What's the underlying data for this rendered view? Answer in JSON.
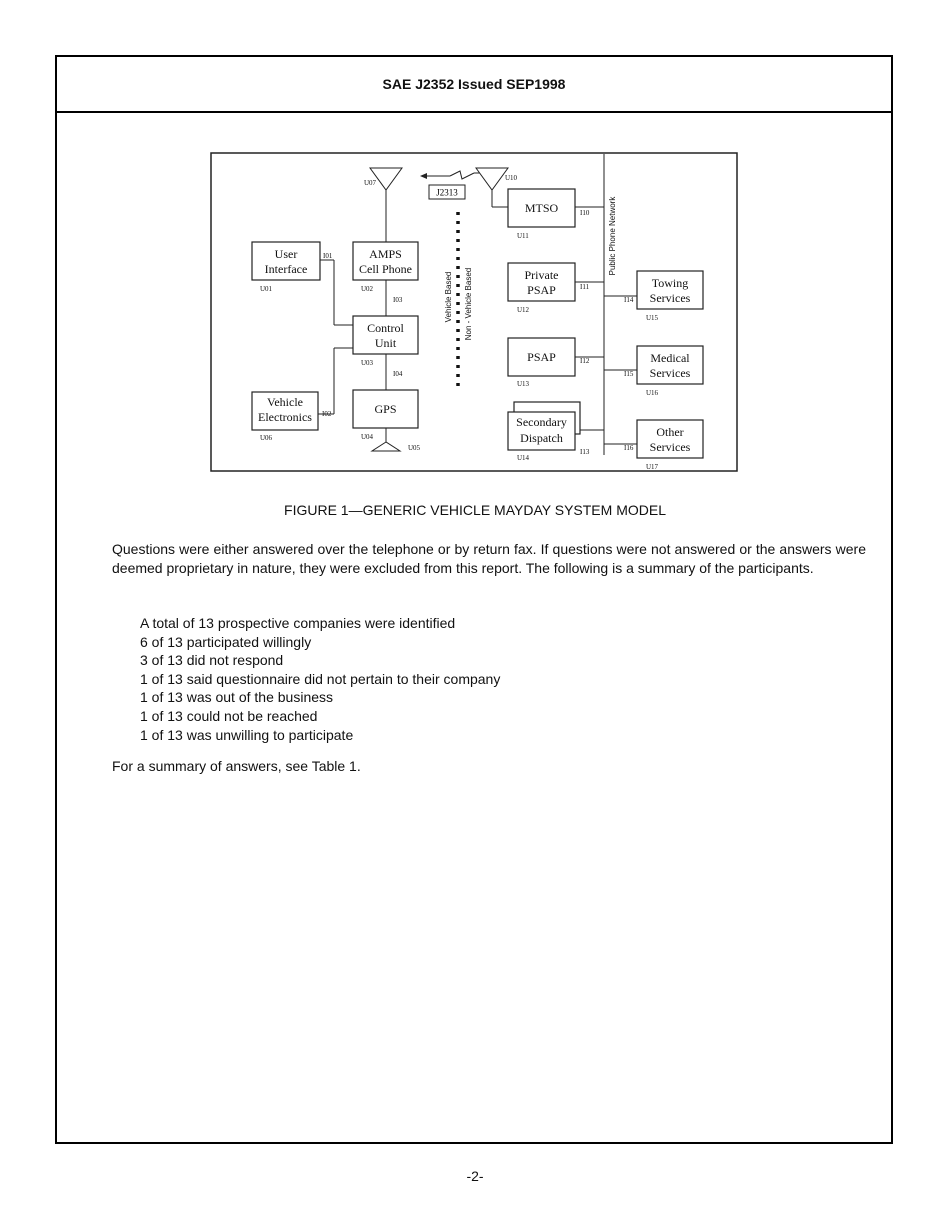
{
  "header": {
    "title": "SAE J2352 Issued SEP1998"
  },
  "figure": {
    "caption": "FIGURE 1—GENERIC VEHICLE MAYDAY SYSTEM MODEL",
    "link_label": "J2313",
    "vehicle_based_label": "Vehicle Based",
    "non_vehicle_based_label": "Non - Vehicle Based",
    "network_label": "Public Phone Network",
    "boxes": {
      "user_interface": {
        "line1": "User",
        "line2": "Interface",
        "code": "U01"
      },
      "amps_cell_phone": {
        "line1": "AMPS",
        "line2": "Cell Phone",
        "code": "U02"
      },
      "control_unit": {
        "line1": "Control",
        "line2": "Unit",
        "code": "U03"
      },
      "gps": {
        "line1": "GPS",
        "code": "U04"
      },
      "vehicle_electronics": {
        "line1": "Vehicle",
        "line2": "Electronics",
        "code": "U06"
      },
      "mtso": {
        "line1": "MTSO",
        "code": "U11"
      },
      "private_psap": {
        "line1": "Private",
        "line2": "PSAP",
        "code": "U12"
      },
      "psap": {
        "line1": "PSAP",
        "code": "U13"
      },
      "secondary_dispatch": {
        "line1": "Secondary",
        "line2": "Dispatch",
        "code": "U14"
      },
      "towing_services": {
        "line1": "Towing",
        "line2": "Services",
        "code": "U15"
      },
      "medical_services": {
        "line1": "Medical",
        "line2": "Services",
        "code": "U16"
      },
      "other_services": {
        "line1": "Other",
        "line2": "Services",
        "code": "U17"
      }
    },
    "antennas": {
      "gps_antenna": "U05",
      "vehicle_antenna": "U07",
      "tower_antenna": "U10"
    },
    "interfaces": {
      "i01": "I01",
      "i02": "I02",
      "i03": "I03",
      "i04": "I04",
      "i10": "I10",
      "i11": "I11",
      "i12": "I12",
      "i13": "I13",
      "i14": "I14",
      "i15": "I15",
      "i16": "I16"
    }
  },
  "body": {
    "paragraph": "Questions were either answered over the telephone or by return fax.  If questions were not answered or the answers were deemed proprietary in nature, they were excluded from this report.  The following is a summary of the participants.",
    "list": [
      "A total of 13 prospective companies were identified",
      "6 of 13 participated willingly",
      "3 of 13 did not respond",
      "1 of 13 said questionnaire did not pertain to their company",
      "1 of 13 was out of the business",
      "1 of 13 could not be reached",
      "1 of 13 was unwilling to participate"
    ],
    "summary": "For a summary of answers, see Table 1."
  },
  "footer": {
    "page_number": "-2-"
  }
}
